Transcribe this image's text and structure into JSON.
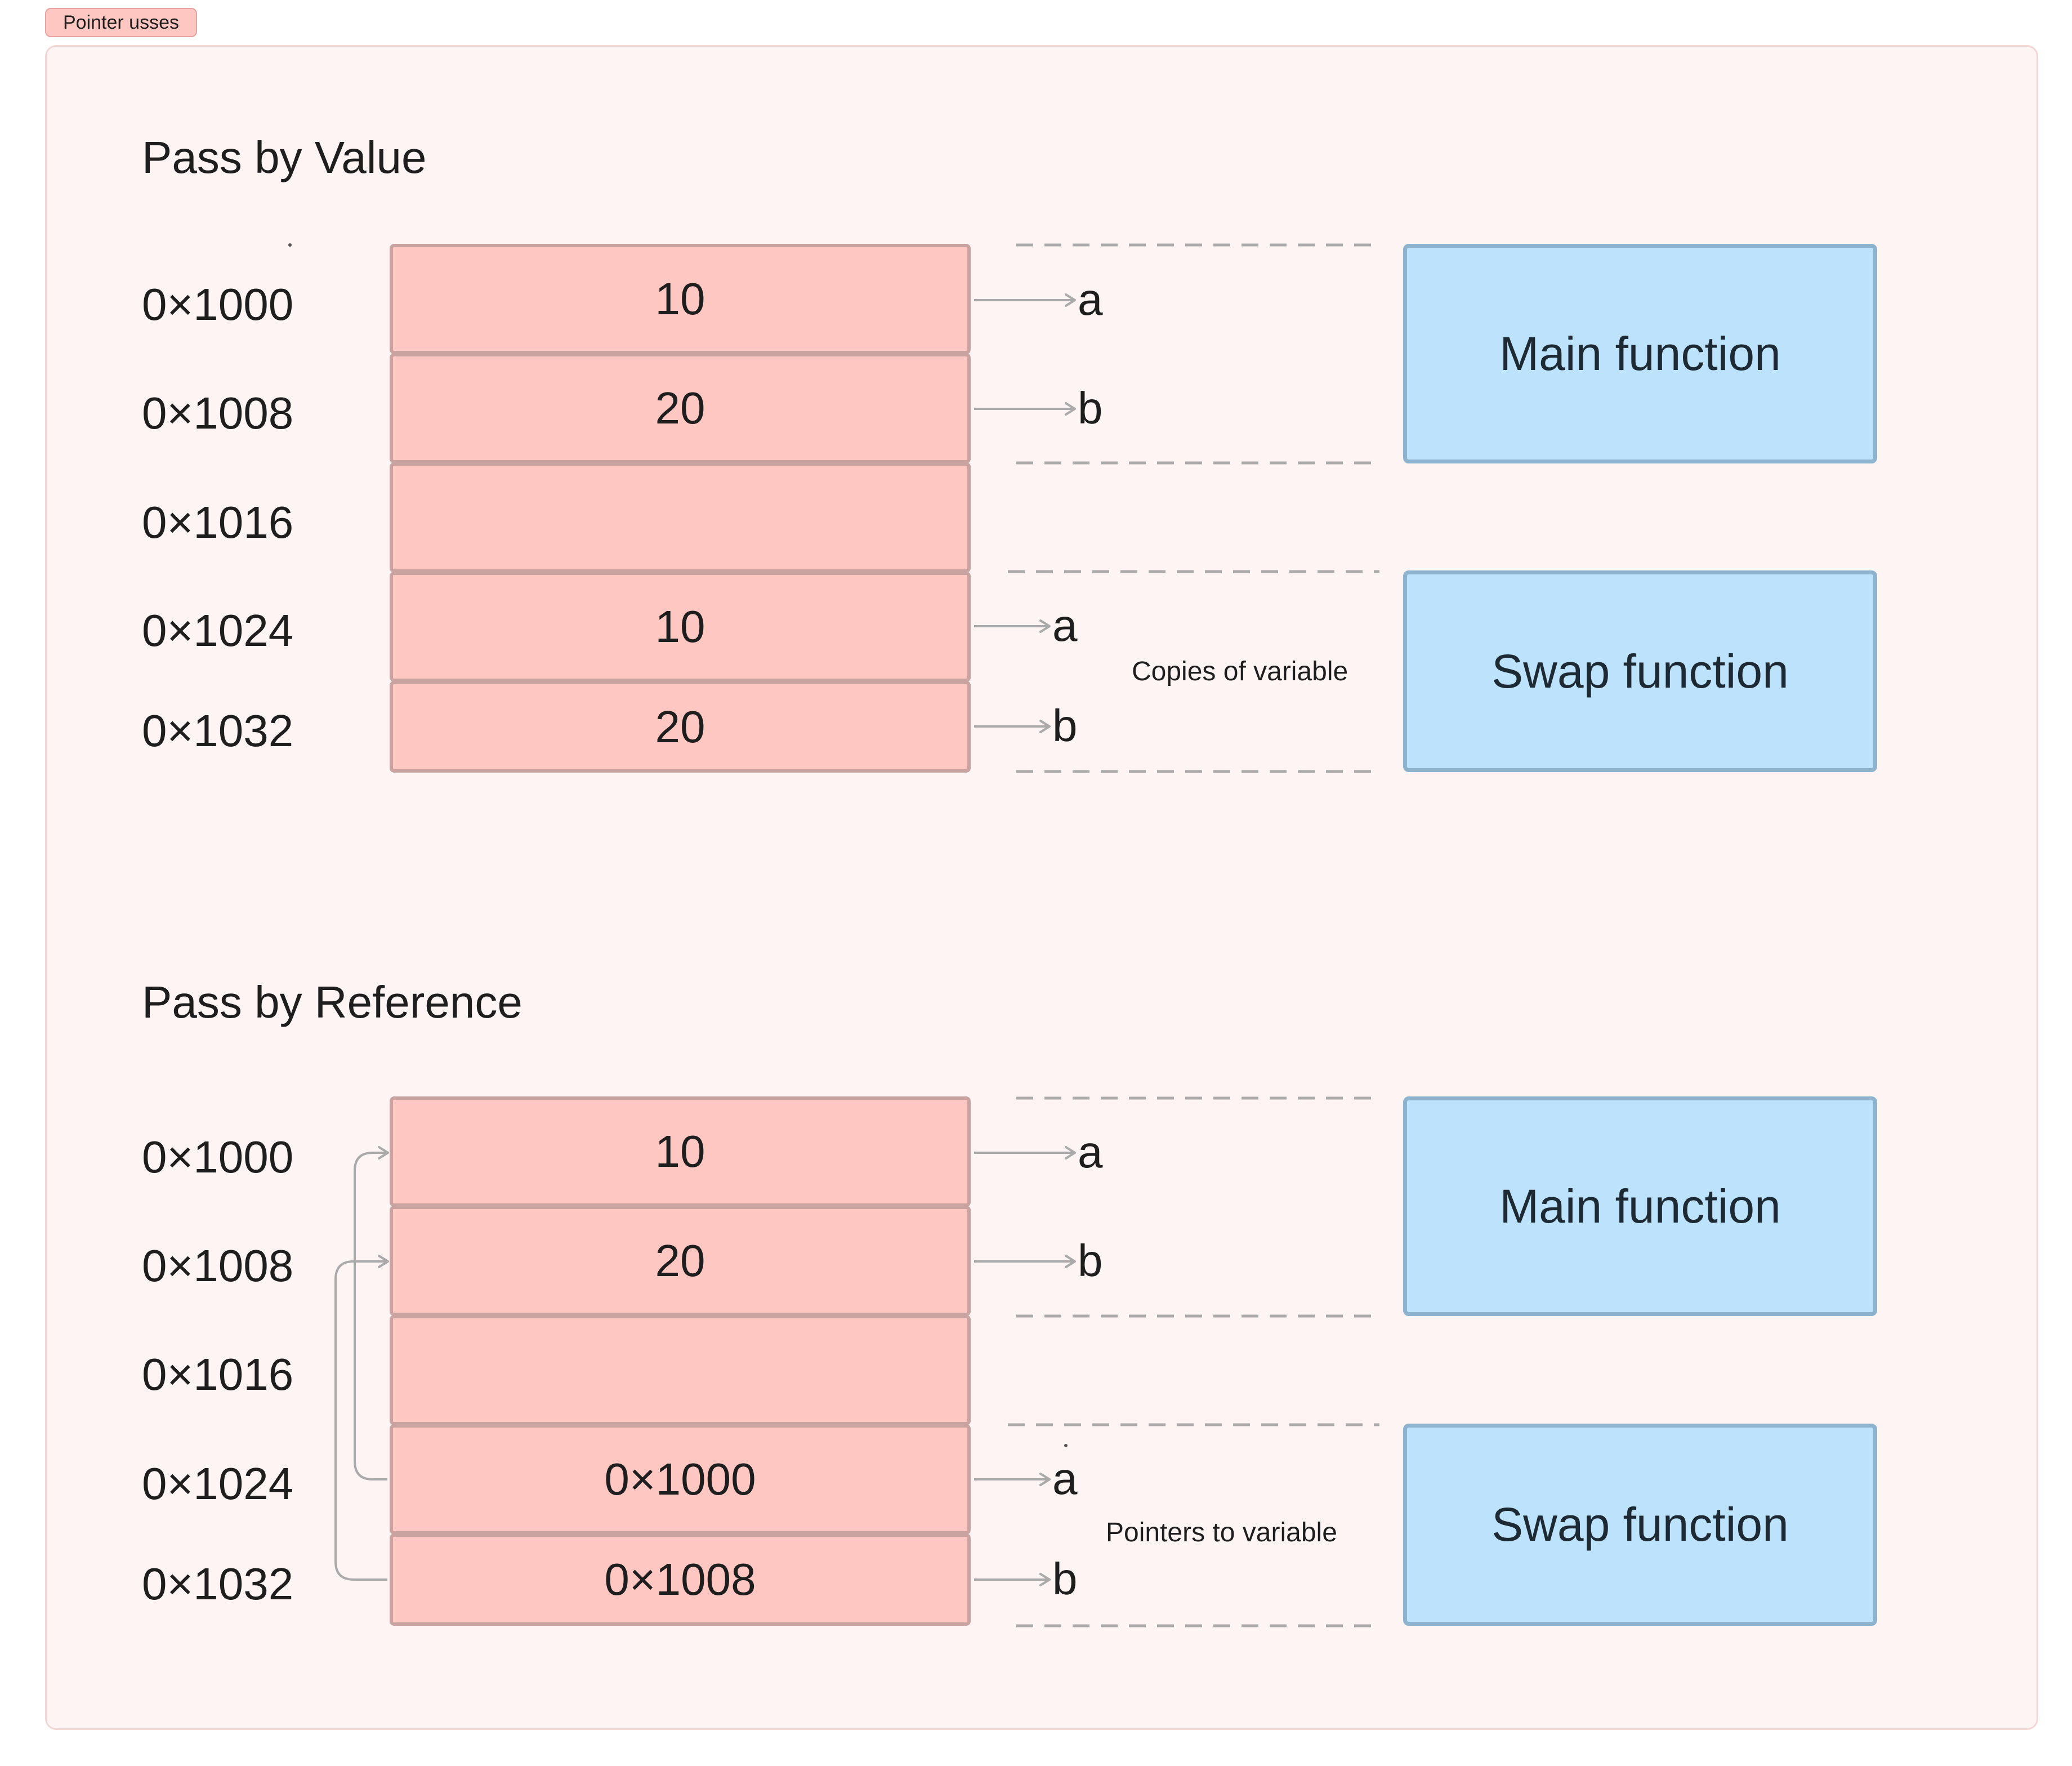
{
  "tag_label": "Pointer usses",
  "sections": [
    {
      "heading": "Pass by Value",
      "addresses": [
        "0×1000",
        "0×1008",
        "0×1016",
        "0×1024",
        "0×1032"
      ],
      "cells": [
        "10",
        "20",
        "",
        "10",
        "20"
      ],
      "main_vars": [
        "a",
        "b"
      ],
      "swap_vars": [
        "a",
        "b"
      ],
      "main_box": "Main function",
      "swap_box": "Swap function",
      "note": "Copies of variable"
    },
    {
      "heading": "Pass by Reference",
      "addresses": [
        "0×1000",
        "0×1008",
        "0×1016",
        "0×1024",
        "0×1032"
      ],
      "cells": [
        "10",
        "20",
        "",
        "0×1000",
        "0×1008"
      ],
      "main_vars": [
        "a",
        "b"
      ],
      "swap_vars": [
        "a",
        "b"
      ],
      "main_box": "Main function",
      "swap_box": "Swap function",
      "note": "Pointers to variable"
    }
  ],
  "colors": {
    "cell_fill": "#ffc7c2",
    "cell_border": "#c9a3a0",
    "function_fill": "#bde3fc",
    "function_border": "#8eb3cf",
    "frame_fill": "#fdf4f3",
    "connector": "#aaaaaa"
  }
}
